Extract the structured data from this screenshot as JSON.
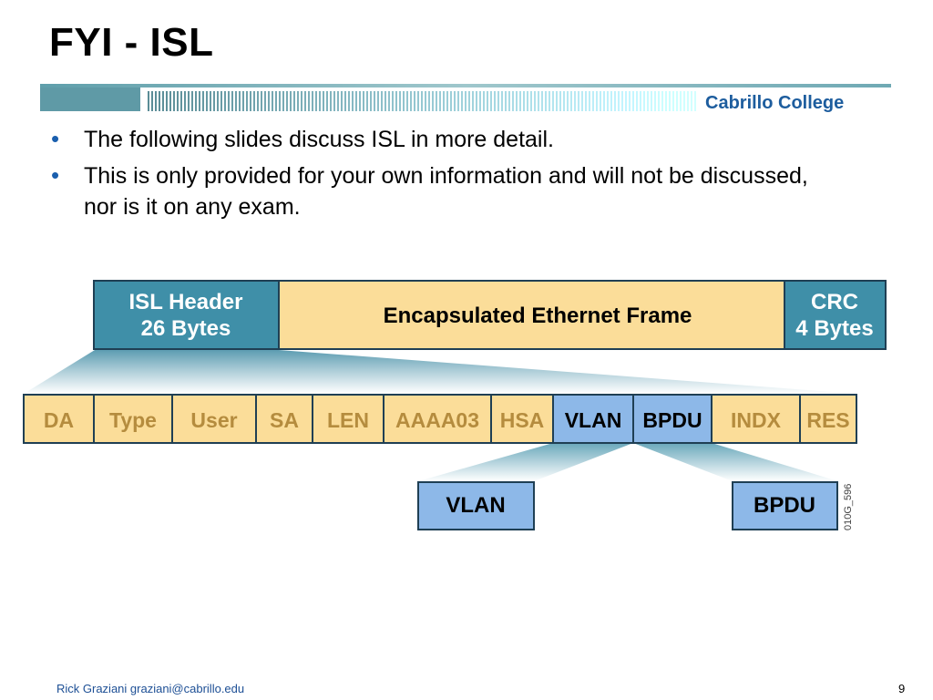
{
  "slide": {
    "title": "FYI - ISL",
    "college": "Cabrillo College",
    "bullets": [
      "The following slides discuss ISL in more detail.",
      "This is only provided for your own information and will not be discussed, nor is it on any exam."
    ],
    "footer_author": "Rick Graziani  graziani@cabrillo.edu",
    "page_number": "9"
  },
  "diagram": {
    "frame": {
      "isl_header": [
        "ISL Header",
        "26 Bytes"
      ],
      "payload": "Encapsulated Ethernet Frame",
      "crc": [
        "CRC",
        "4 Bytes"
      ]
    },
    "header_fields": [
      "DA",
      "Type",
      "User",
      "SA",
      "LEN",
      "AAAA03",
      "HSA",
      "VLAN",
      "BPDU",
      "INDX",
      "RES"
    ],
    "highlighted_fields": [
      "VLAN",
      "BPDU"
    ],
    "detail_boxes": [
      "VLAN",
      "BPDU"
    ],
    "figure_id": "010G_596"
  },
  "colors": {
    "teal": "#3f8fa8",
    "tan": "#fbdd99",
    "blue_field": "#8db8e8",
    "tan_text": "#b58c3e",
    "accent_blue": "#1a5fae"
  }
}
